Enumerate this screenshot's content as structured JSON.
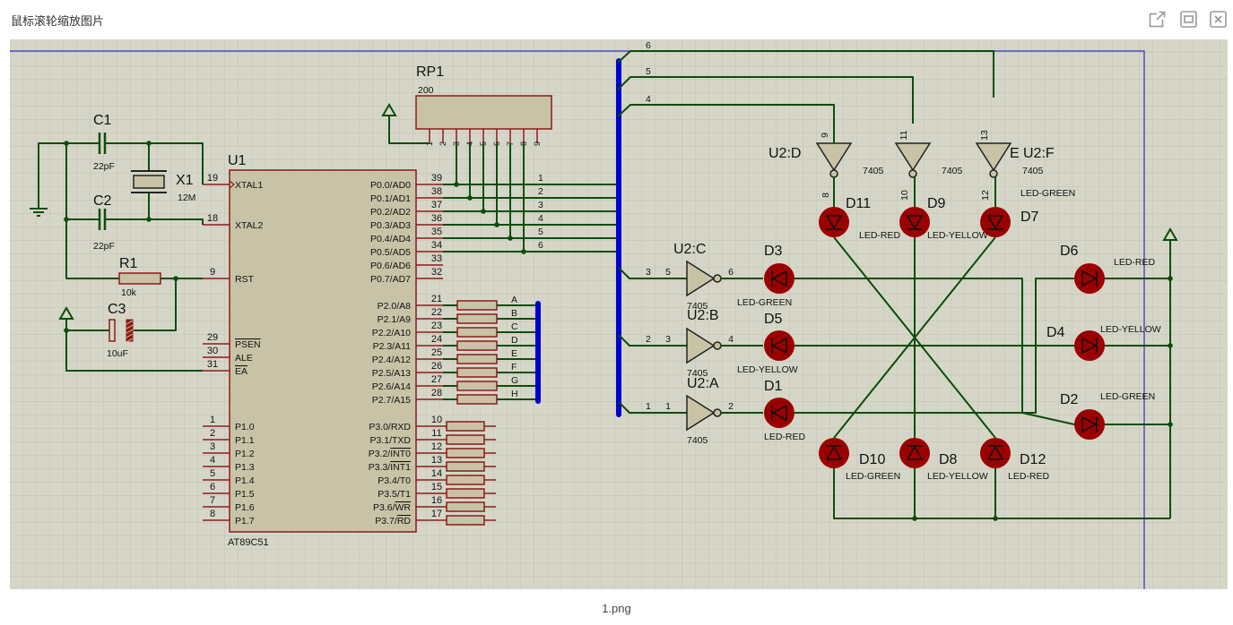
{
  "viewer": {
    "title": "鼠标滚轮缩放图片",
    "filename": "1.png",
    "buttons": [
      {
        "name": "open-external-icon"
      },
      {
        "name": "fit-window-icon"
      },
      {
        "name": "close-icon"
      }
    ]
  },
  "schematic": {
    "mcu": {
      "ref": "U1",
      "part": "AT89C51",
      "left_pins": [
        {
          "num": "19",
          "name": "XTAL1"
        },
        {
          "num": "18",
          "name": "XTAL2"
        },
        {
          "num": "9",
          "name": "RST"
        },
        {
          "num": "29",
          "name": "PSEN"
        },
        {
          "num": "30",
          "name": "ALE"
        },
        {
          "num": "31",
          "name": "EA"
        },
        {
          "num": "1",
          "name": "P1.0"
        },
        {
          "num": "2",
          "name": "P1.1"
        },
        {
          "num": "3",
          "name": "P1.2"
        },
        {
          "num": "4",
          "name": "P1.3"
        },
        {
          "num": "5",
          "name": "P1.4"
        },
        {
          "num": "6",
          "name": "P1.5"
        },
        {
          "num": "7",
          "name": "P1.6"
        },
        {
          "num": "8",
          "name": "P1.7"
        }
      ],
      "right_pins": [
        {
          "num": "39",
          "name": "P0.0/AD0"
        },
        {
          "num": "38",
          "name": "P0.1/AD1"
        },
        {
          "num": "37",
          "name": "P0.2/AD2"
        },
        {
          "num": "36",
          "name": "P0.3/AD3"
        },
        {
          "num": "35",
          "name": "P0.4/AD4"
        },
        {
          "num": "34",
          "name": "P0.5/AD5"
        },
        {
          "num": "33",
          "name": "P0.6/AD6"
        },
        {
          "num": "32",
          "name": "P0.7/AD7"
        },
        {
          "num": "21",
          "name": "P2.0/A8"
        },
        {
          "num": "22",
          "name": "P2.1/A9"
        },
        {
          "num": "23",
          "name": "P2.2/A10"
        },
        {
          "num": "24",
          "name": "P2.3/A11"
        },
        {
          "num": "25",
          "name": "P2.4/A12"
        },
        {
          "num": "26",
          "name": "P2.5/A13"
        },
        {
          "num": "27",
          "name": "P2.6/A14"
        },
        {
          "num": "28",
          "name": "P2.7/A15"
        },
        {
          "num": "10",
          "name": "P3.0/RXD"
        },
        {
          "num": "11",
          "name": "P3.1/TXD"
        },
        {
          "num": "12",
          "name": "P3.2/INT0"
        },
        {
          "num": "13",
          "name": "P3.3/INT1"
        },
        {
          "num": "14",
          "name": "P3.4/T0"
        },
        {
          "num": "15",
          "name": "P3.5/T1"
        },
        {
          "num": "16",
          "name": "P3.6/WR"
        },
        {
          "num": "17",
          "name": "P3.7/RD"
        }
      ]
    },
    "components": {
      "c1": {
        "ref": "C1",
        "value": "22pF"
      },
      "c2": {
        "ref": "C2",
        "value": "22pF"
      },
      "x1": {
        "ref": "X1",
        "value": "12M"
      },
      "r1": {
        "ref": "R1",
        "value": "10k"
      },
      "c3": {
        "ref": "C3",
        "value": "10uF"
      },
      "rp1": {
        "ref": "RP1",
        "value": "200",
        "pins": [
          "1",
          "2",
          "3",
          "4",
          "5",
          "6",
          "7",
          "8",
          "9"
        ]
      }
    },
    "bus_labels": [
      "1",
      "2",
      "3",
      "4",
      "5",
      "6"
    ],
    "p2_labels": [
      "A",
      "B",
      "C",
      "D",
      "E",
      "F",
      "G",
      "H"
    ],
    "gates": [
      {
        "ref": "U2:C",
        "part": "7405",
        "in": "5",
        "out": "6",
        "bus": "3"
      },
      {
        "ref": "U2:B",
        "part": "7405",
        "in": "3",
        "out": "4",
        "bus": "2"
      },
      {
        "ref": "U2:A",
        "part": "7405",
        "in": "1",
        "out": "2",
        "bus": "1"
      },
      {
        "ref": "U2:D",
        "part": "7405",
        "in": "9",
        "out": "8",
        "bus": "4"
      },
      {
        "ref": "U2:F",
        "part": "7405",
        "in": "11",
        "out": "10",
        "bus": "5"
      },
      {
        "ref": "U2:F",
        "part": "7405",
        "in": "13",
        "out": "12",
        "bus": "6"
      }
    ],
    "gate_e_label": "E",
    "leds": [
      {
        "ref": "D11",
        "type": "LED-RED"
      },
      {
        "ref": "D9",
        "type": "LED-YELLOW"
      },
      {
        "ref": "D7",
        "type": "LED-GREEN"
      },
      {
        "ref": "D3",
        "type": "LED-GREEN"
      },
      {
        "ref": "D5",
        "type": "LED-YELLOW"
      },
      {
        "ref": "D1",
        "type": "LED-RED"
      },
      {
        "ref": "D6",
        "type": "LED-RED"
      },
      {
        "ref": "D4",
        "type": "LED-YELLOW"
      },
      {
        "ref": "D2",
        "type": "LED-GREEN"
      },
      {
        "ref": "D10",
        "type": "LED-GREEN"
      },
      {
        "ref": "D8",
        "type": "LED-YELLOW"
      },
      {
        "ref": "D12",
        "type": "LED-RED"
      }
    ],
    "colors": {
      "background": "#d6d6c8",
      "grid": "#c4c4b4",
      "wire": "#0b4d0b",
      "body": "#c8c3a6",
      "outline": "#8b1a1a",
      "pin": "#8b1a1a",
      "led": "#9b0000",
      "bus": "#0000cc",
      "border": "#2d2dc8"
    }
  }
}
